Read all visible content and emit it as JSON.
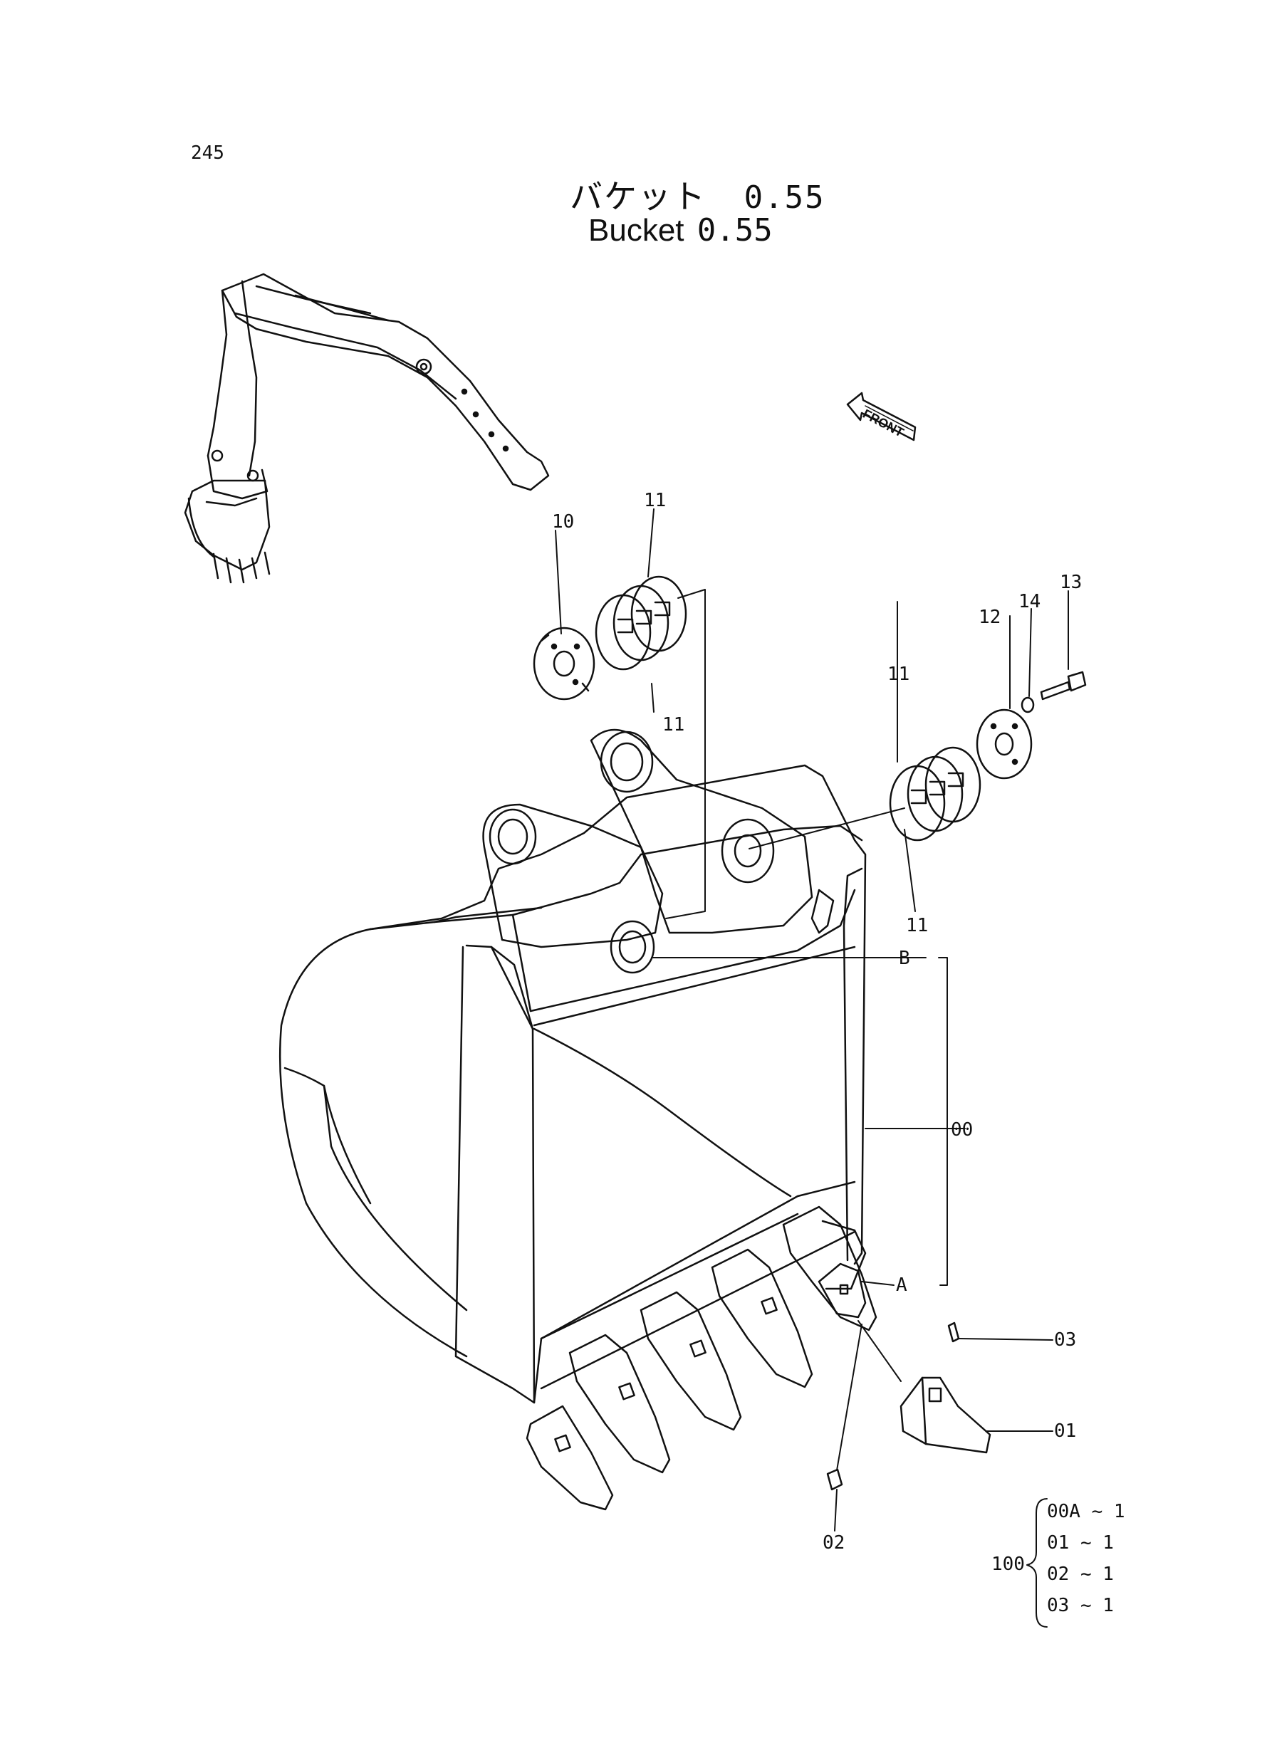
{
  "page_number": "245",
  "title": {
    "jp_text": "バケット",
    "en_text": "Bucket",
    "size_value": "0.55"
  },
  "front_marker": "FRONT",
  "callouts": {
    "c10": "10",
    "c11a": "11",
    "c11b": "11",
    "c11c": "11",
    "c11d": "11",
    "c12": "12",
    "c13": "13",
    "c14": "14",
    "cB": "B",
    "cA": "A",
    "c00": "00",
    "c03": "03",
    "c01": "01",
    "c02": "02"
  },
  "kit": {
    "label": "100",
    "lines": [
      "00A ~ 1",
      "01  ~ 1",
      "02  ~ 1",
      "03  ~ 1"
    ]
  }
}
